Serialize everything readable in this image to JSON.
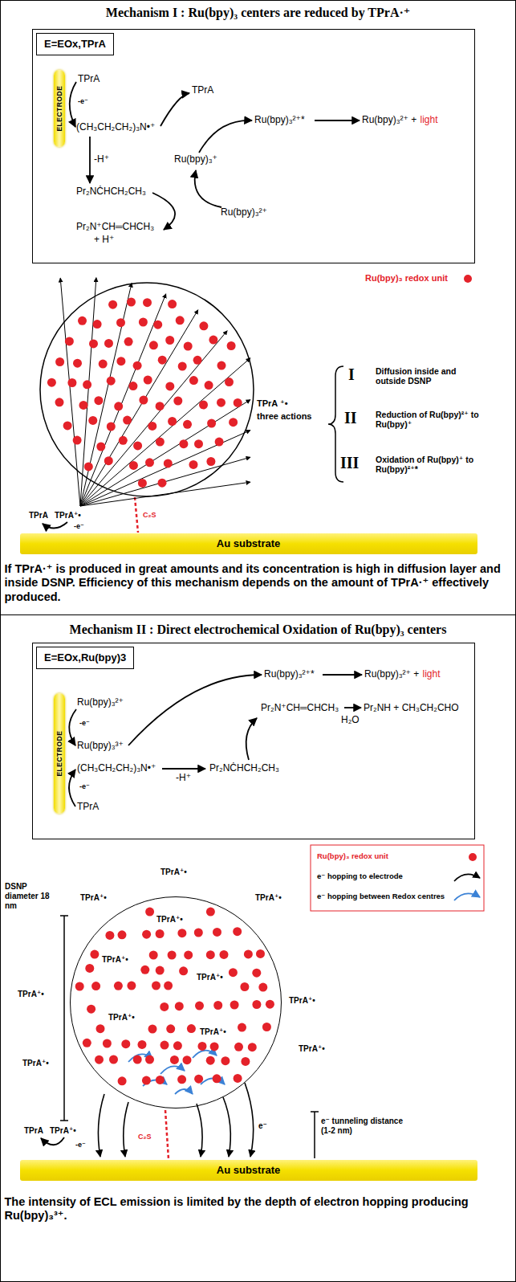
{
  "diagram": {
    "nodes": [
      {
        "text": [
          "Mechanism I : Ru(bpy)₃ centers are reduced by TPrA·⁺",
          "If TPrA·⁺ is produced in great amounts and its concentration is high in diffusion layer and inside DSNP. Efficiency of this mechanism depends on the amount of TPrA·⁺ effectively produced."
        ]
      },
      {
        "text": [
          "TPrA",
          "-e⁻",
          "(CH₃CH₂CH₂)₃N•⁺",
          "TPrA",
          "Ru(bpy)₃²⁺*",
          "Ru(bpy)₃²⁺ +",
          "light",
          "Ru(bpy)₃⁺",
          "-H⁺",
          "Pr₂NĊHCH₂CH₃",
          "Ru(bpy)₃²⁺",
          "Pr₂N⁺CH═CHCH₃",
          "+ H⁺"
        ],
        "in": 0
      },
      {
        "text": [
          "E=EOx,TPrA"
        ],
        "in": 1
      },
      {
        "text": [
          "ELECTRODE"
        ],
        "in": 1
      },
      {
        "text": [
          "Au substrate"
        ],
        "in": 0
      },
      {
        "text": [
          "Mechanism II : Direct electrochemical Oxidation of Ru(bpy)₃ centers",
          "The intensity of ECL emission is limited by the depth of electron hopping producing Ru(bpy)₃³⁺."
        ]
      },
      {
        "text": [
          "Ru(bpy)₃²⁺*",
          "Ru(bpy)₃²⁺ +",
          "light",
          "Ru(bpy)₃²⁺",
          "Pr₂N⁺CH═CHCH₃",
          "Pr₂NH + CH₃CH₂CHO",
          "H₂O",
          "-e⁻",
          "Ru(bpy)₃³⁺",
          "Pr₂NĊHCH₂CH₃",
          "(CH₃CH₂CH₂)₃N•⁺",
          "-H⁺",
          "-e⁻",
          "TPrA"
        ],
        "in": 5
      },
      {
        "text": [
          "E=EOx,Ru(bpy)3"
        ],
        "in": 6
      },
      {
        "text": [
          "ELECTRODE"
        ],
        "in": 6
      },
      {
        "text": [
          "TPrA⁺•",
          "TPrA⁺•",
          "TPrA⁺•",
          "TPrA⁺•",
          "TPrA⁺•"
        ],
        "in": 5
      },
      {
        "text": [
          "Au substrate"
        ],
        "in": 5
      }
    ],
    "labels": [
      "TPrA ⁺•",
      "three actions",
      "I",
      "Diffusion inside and outside DSNP",
      "II",
      "Reduction of Ru(bpy)²⁺ to Ru(bpy)⁺",
      "III",
      "Oxidation of Ru(bpy)⁺ to Ru(bpy)²⁺*",
      "TPrA",
      "TPrA⁺•",
      "-e⁻",
      "C₂S",
      "DSNP diameter 18 nm",
      "TPrA⁺•",
      "TPrA⁺•",
      "TPrA⁺•",
      "TPrA⁺•",
      "TPrA⁺•",
      "TPrA⁺•",
      "TPrA⁺•",
      "TPrA",
      "TPrA⁺•",
      "-e⁻",
      "C₂S",
      "e⁻",
      "e⁻ tunneling distance (1-2 nm)"
    ],
    "legend": [
      {
        "text": "Ru(bpy)₃ redox unit",
        "color": "#e4222a"
      },
      {
        "text": "Ru(bpy)₃ redox unit",
        "color": "#e4222a"
      },
      {
        "text": "e⁻ hopping to electrode"
      },
      {
        "text": "e⁻ hopping between Redox centres"
      }
    ]
  }
}
